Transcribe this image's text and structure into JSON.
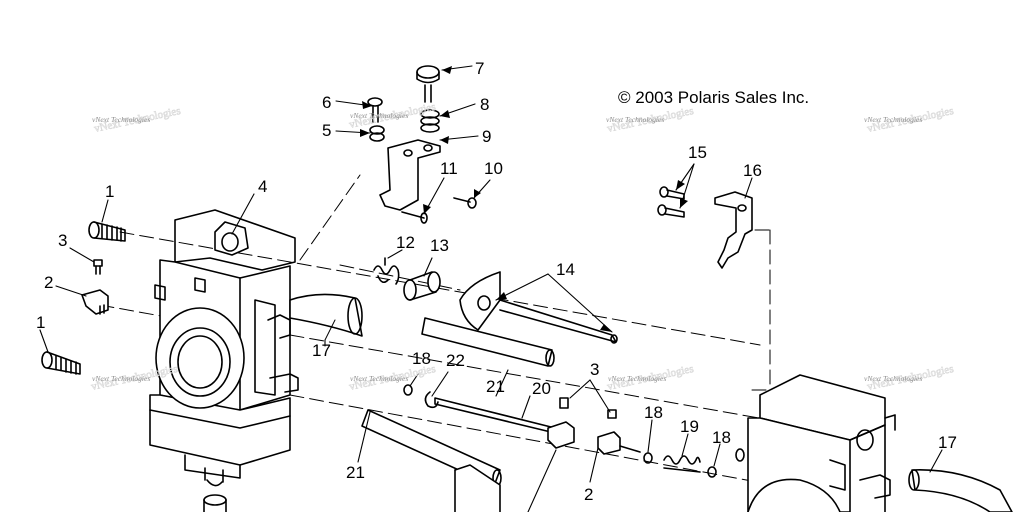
{
  "copyright": "© 2003 Polaris Sales Inc.",
  "watermarks": [
    {
      "id": "w1",
      "text": "vNext Technologies"
    },
    {
      "id": "w2",
      "text": "vNext Technologies"
    },
    {
      "id": "w3",
      "text": "vNext Technologies"
    },
    {
      "id": "w4",
      "text": "vNext Technologies"
    },
    {
      "id": "w5",
      "text": "vNext Technologies"
    },
    {
      "id": "w6",
      "text": "vNext Technologies"
    },
    {
      "id": "w7",
      "text": "vNext Technologies"
    }
  ],
  "callouts": [
    {
      "id": "c7",
      "text": "7"
    },
    {
      "id": "c6",
      "text": "6"
    },
    {
      "id": "c8",
      "text": "8"
    },
    {
      "id": "c5",
      "text": "5"
    },
    {
      "id": "c9",
      "text": "9"
    },
    {
      "id": "c11",
      "text": "11"
    },
    {
      "id": "c10",
      "text": "10"
    },
    {
      "id": "c1a",
      "text": "1"
    },
    {
      "id": "c4",
      "text": "4"
    },
    {
      "id": "c3a",
      "text": "3"
    },
    {
      "id": "c2a",
      "text": "2"
    },
    {
      "id": "c12",
      "text": "12"
    },
    {
      "id": "c13",
      "text": "13"
    },
    {
      "id": "c14",
      "text": "14"
    },
    {
      "id": "c15",
      "text": "15"
    },
    {
      "id": "c16",
      "text": "16"
    },
    {
      "id": "c1b",
      "text": "1"
    },
    {
      "id": "c17a",
      "text": "17"
    },
    {
      "id": "c18a",
      "text": "18"
    },
    {
      "id": "c22",
      "text": "22"
    },
    {
      "id": "c21a",
      "text": "21"
    },
    {
      "id": "c20",
      "text": "20"
    },
    {
      "id": "c3b",
      "text": "3"
    },
    {
      "id": "c18b",
      "text": "18"
    },
    {
      "id": "c19",
      "text": "19"
    },
    {
      "id": "c18c",
      "text": "18"
    },
    {
      "id": "c17b",
      "text": "17"
    },
    {
      "id": "c21b",
      "text": "21"
    },
    {
      "id": "c2b",
      "text": "2"
    }
  ]
}
